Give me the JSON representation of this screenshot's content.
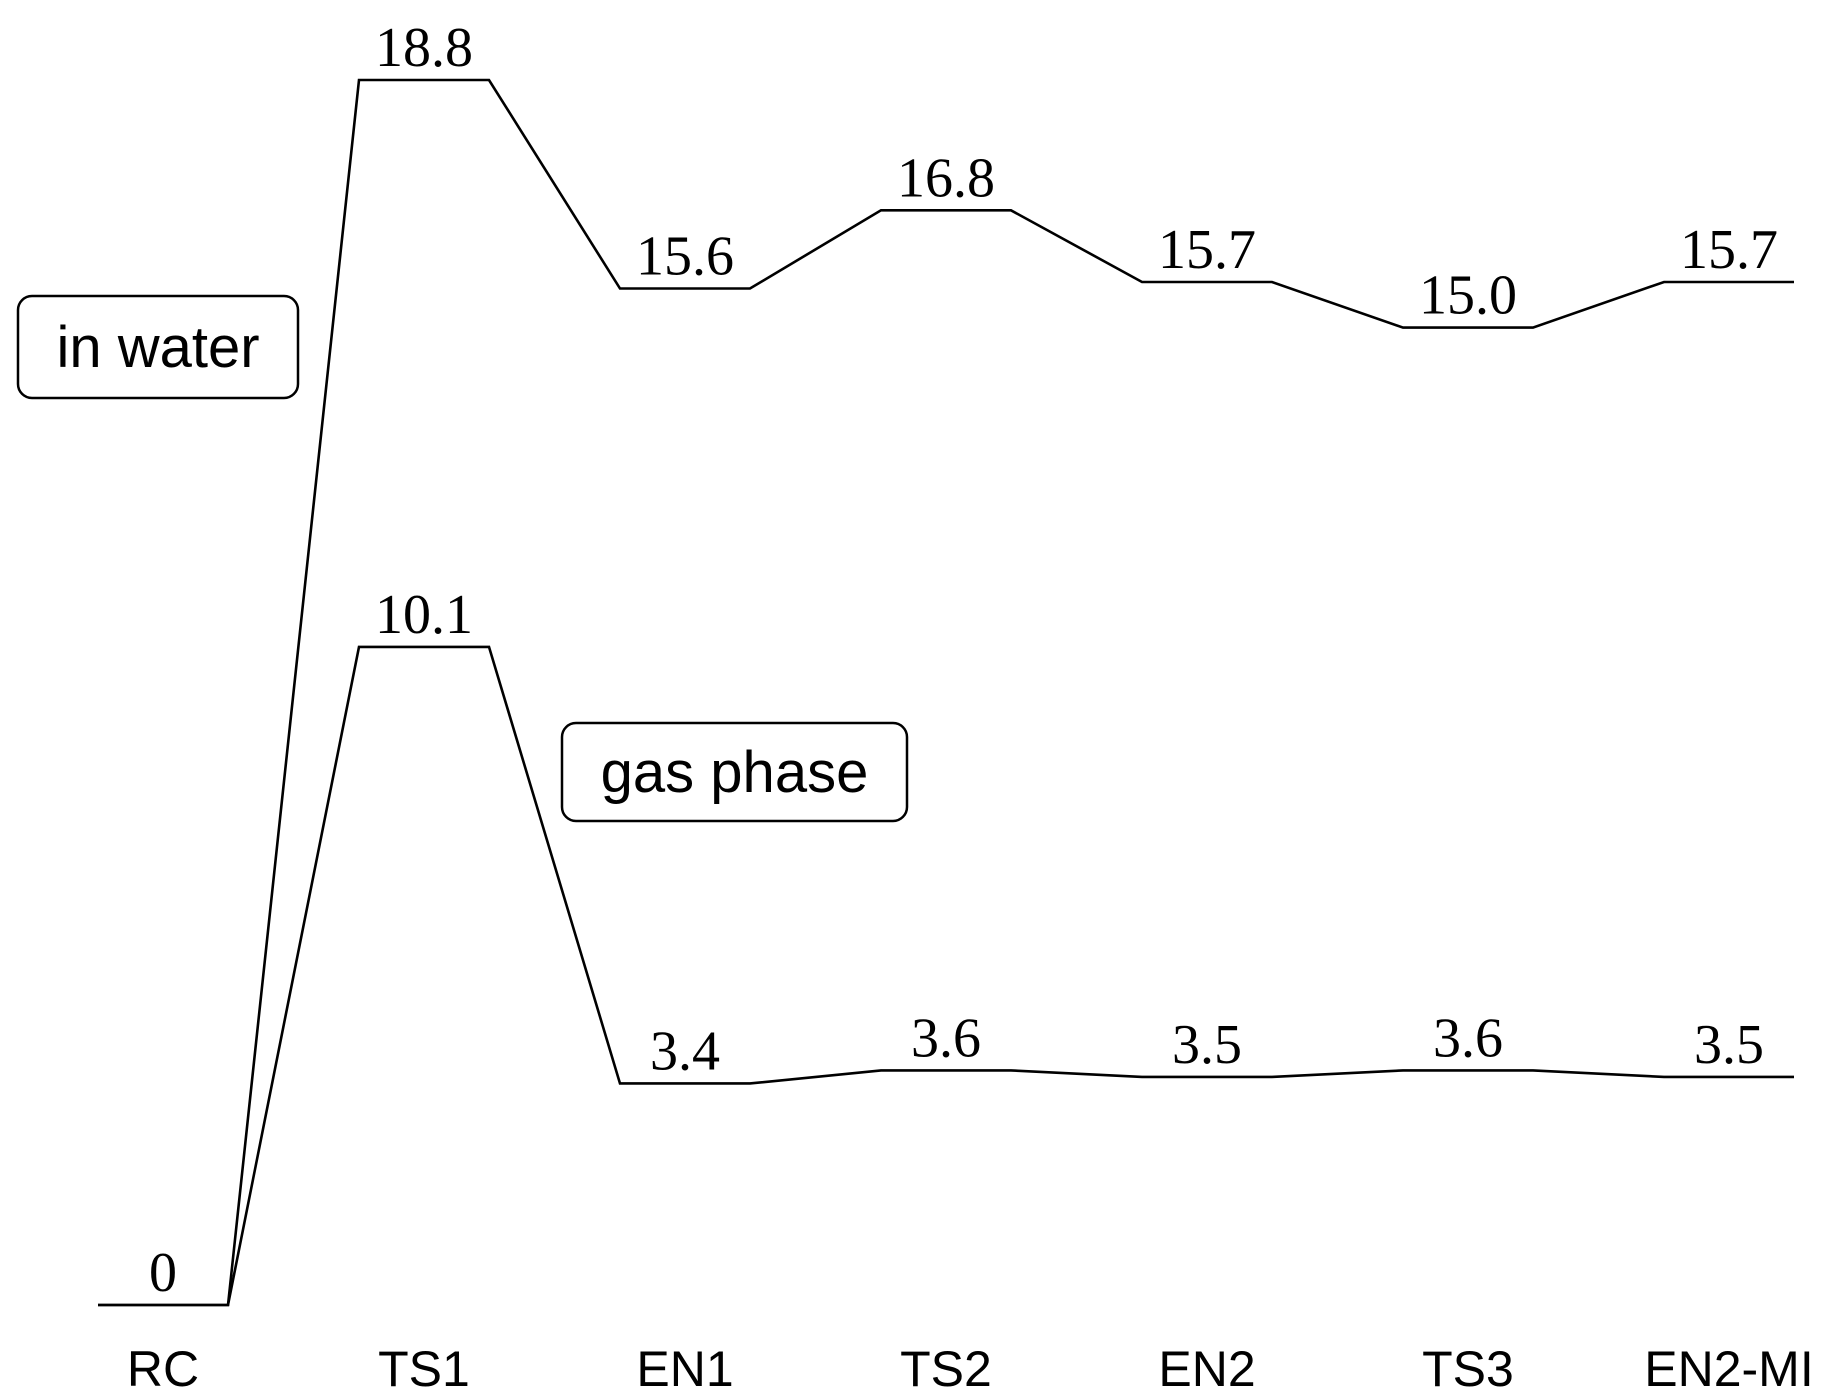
{
  "chart_data": {
    "type": "line",
    "categories": [
      "RC",
      "TS1",
      "EN1",
      "TS2",
      "EN2",
      "TS3",
      "EN2-MI"
    ],
    "series": [
      {
        "name": "in water",
        "values": [
          0,
          18.8,
          15.6,
          16.8,
          15.7,
          15.0,
          15.7
        ],
        "labels": [
          "0",
          "18.8",
          "15.6",
          "16.8",
          "15.7",
          "15.0",
          "15.7"
        ]
      },
      {
        "name": "gas phase",
        "values": [
          0,
          10.1,
          3.4,
          3.6,
          3.5,
          3.6,
          3.5
        ],
        "labels": [
          "",
          "10.1",
          "3.4",
          "3.6",
          "3.5",
          "3.6",
          "3.5"
        ]
      }
    ],
    "title": "",
    "xlabel": "",
    "ylabel": "",
    "ylim": [
      0,
      18.8
    ],
    "grid": false,
    "legend": "inline boxes",
    "line_color": "#000000"
  }
}
